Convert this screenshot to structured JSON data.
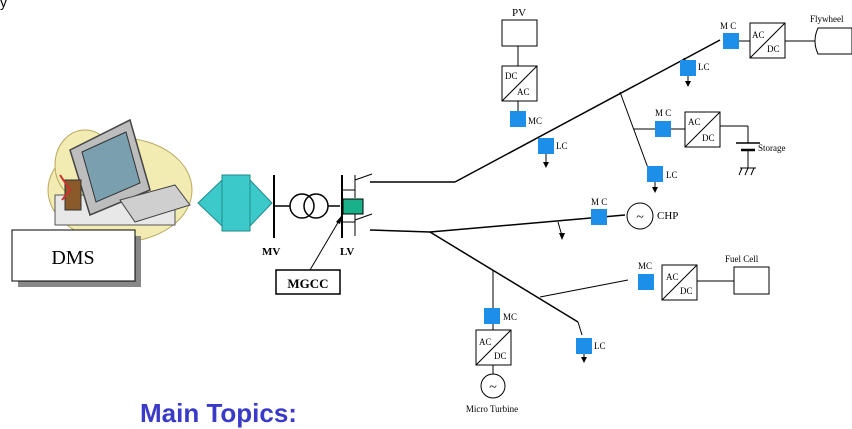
{
  "top_fragment": "y",
  "heading": "Main Topics:",
  "labels": {
    "dms": "DMS",
    "mgcc": "MGCC",
    "mv": "MV",
    "lv": "LV",
    "pv": "PV",
    "flywheel": "Flywheel",
    "storage": "Storage",
    "chp": "CHP",
    "fuel_cell": "Fuel Cell",
    "micro_turbine": "Micro Turbine",
    "mc": "M C",
    "mc2": "MC",
    "lc": "LC",
    "ac": "AC",
    "dc": "DC",
    "tilde": "~"
  },
  "colors": {
    "controller": "#1e8fe8",
    "mgcc_box": "#19b08a",
    "arrow": "#3cc9c9",
    "heading": "#3a3ac8"
  }
}
